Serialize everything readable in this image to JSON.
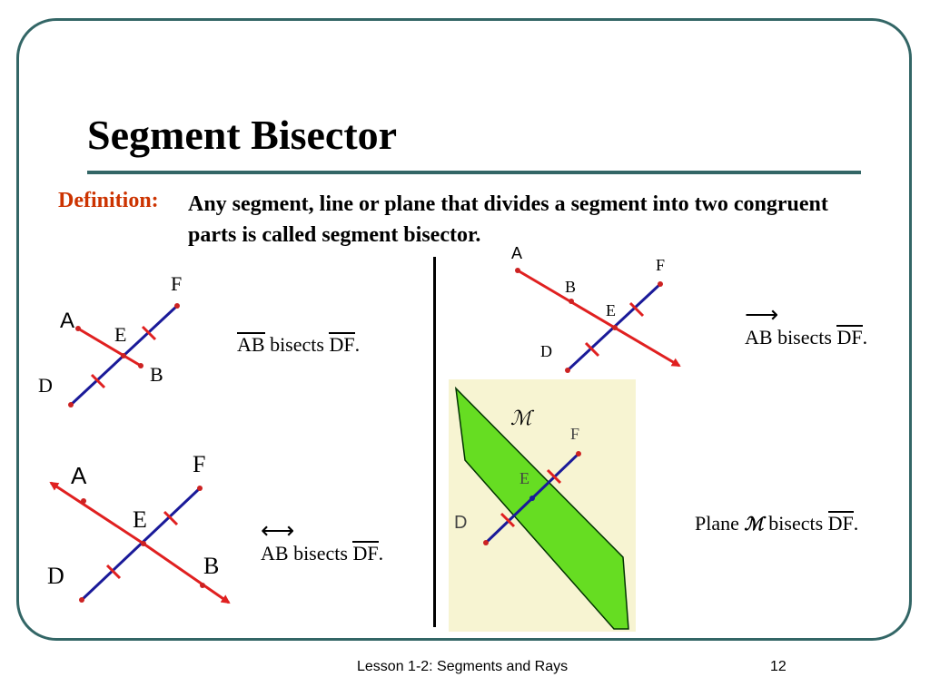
{
  "slide": {
    "title": "Segment Bisector",
    "definition_label": "Definition:",
    "definition_text": "Any segment, line or plane that divides a segment into two congruent parts is called segment bisector.",
    "footer_lesson": "Lesson 1-2: Segments and Rays",
    "page_number": "12"
  },
  "statements": {
    "segment": {
      "subject": "AB",
      "verb": "bisects",
      "object": "DF",
      "end": "."
    },
    "ray": {
      "arrow": "⟶",
      "subject": "AB",
      "verb": "bisects",
      "object": "DF",
      "end": "."
    },
    "line": {
      "arrow": "⟷",
      "subject": "AB",
      "verb": "bisects",
      "object": "DF",
      "end": "."
    },
    "plane": {
      "prefix": "Plane",
      "plane_name": "ℳ",
      "verb": "bisects",
      "object": "DF",
      "end": "."
    }
  },
  "figures": {
    "segment": {
      "A": "A",
      "B": "B",
      "D": "D",
      "E": "E",
      "F": "F"
    },
    "ray": {
      "A": "A",
      "B": "B",
      "D": "D",
      "E": "E",
      "F": "F"
    },
    "line": {
      "A": "A",
      "B": "B",
      "D": "D",
      "E": "E",
      "F": "F"
    },
    "plane": {
      "M": "ℳ",
      "D": "D",
      "E": "E",
      "F": "F"
    }
  },
  "colors": {
    "frame": "#336666",
    "definition_label": "#cc3300",
    "segment_df": "#1a1a99",
    "bisector": "#e02020",
    "tick": "#e02020",
    "plane_fill": "#66dd22",
    "plane_bg": "#f7f4d2"
  }
}
